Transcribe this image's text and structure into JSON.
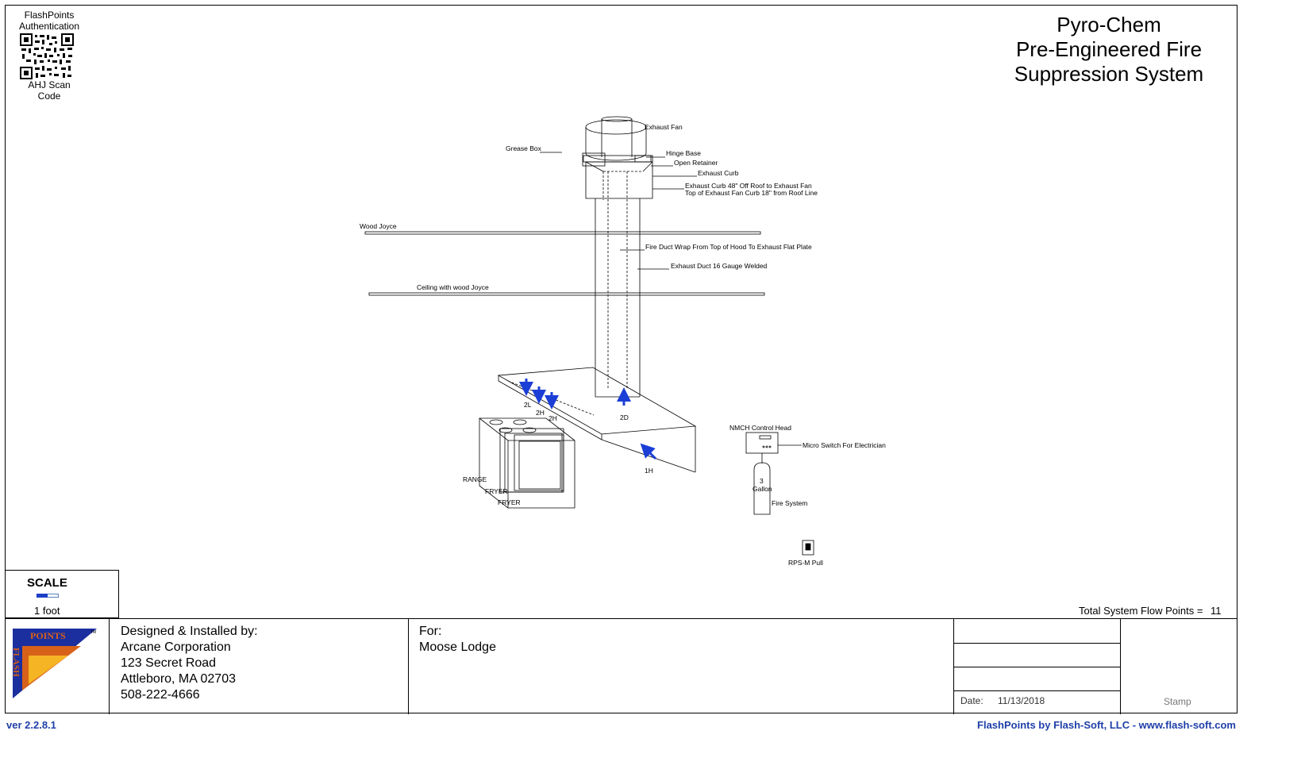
{
  "auth": {
    "top_label": "FlashPoints\nAuthentication",
    "bottom_label": "AHJ Scan Code"
  },
  "title": {
    "line1": "Pyro-Chem",
    "line2": "Pre-Engineered Fire",
    "line3": "Suppression System"
  },
  "diagram": {
    "labels": {
      "exhaust_fan": "Exhaust Fan",
      "grease_box": "Grease Box",
      "hinge_base": "Hinge Base",
      "open_retainer": "Open Retainer",
      "exhaust_curb": "Exhaust Curb",
      "curb_note1": "Exhaust Curb 48\" Off Roof to Exhaust Fan",
      "curb_note2": "Top of Exhaust Fan Curb 18\" from Roof Line",
      "wood_joyce": "Wood Joyce",
      "fire_duct": "Fire Duct  Wrap From Top of Hood To Exhaust Flat Plate",
      "exhaust_duct": "Exhaust Duct 16 Gauge Welded",
      "ceiling": "Ceiling  with wood Joyce",
      "nozzle_2l": "2L",
      "nozzle_2h_a": "2H",
      "nozzle_2h_b": "2H",
      "nozzle_2d": "2D",
      "nozzle_1h": "1H",
      "range": "RANGE",
      "fryer_b": "FRYER",
      "fryer": "FRYER",
      "control_head": "NMCH Control Head",
      "micro_switch": "Micro Switch For Electrician",
      "tank_size": "3",
      "tank_unit": "Gallon",
      "fire_system": "Fire System",
      "pull": "RPS-M Pull"
    }
  },
  "scale": {
    "title": "SCALE",
    "unit": "1 foot"
  },
  "flow_points": {
    "label": "Total System Flow Points =",
    "value": "11"
  },
  "logo": {
    "text_top": "POINTS",
    "text_side": "FLASH",
    "tm": "TM"
  },
  "installer": {
    "heading": "Designed & Installed by:",
    "company": "Arcane Corporation",
    "street": "123 Secret Road",
    "city": "Attleboro, MA  02703",
    "phone": "508-222-4666"
  },
  "client": {
    "heading": "For:",
    "name": "Moose Lodge"
  },
  "date": {
    "label": "Date:",
    "value": "11/13/2018"
  },
  "stamp": "Stamp",
  "version": "ver 2.2.8.1",
  "brand": "FlashPoints by Flash-Soft, LLC  -  www.flash-soft.com",
  "colors": {
    "accent": "#1f3fa8",
    "arrow": "#1b3fd6"
  }
}
